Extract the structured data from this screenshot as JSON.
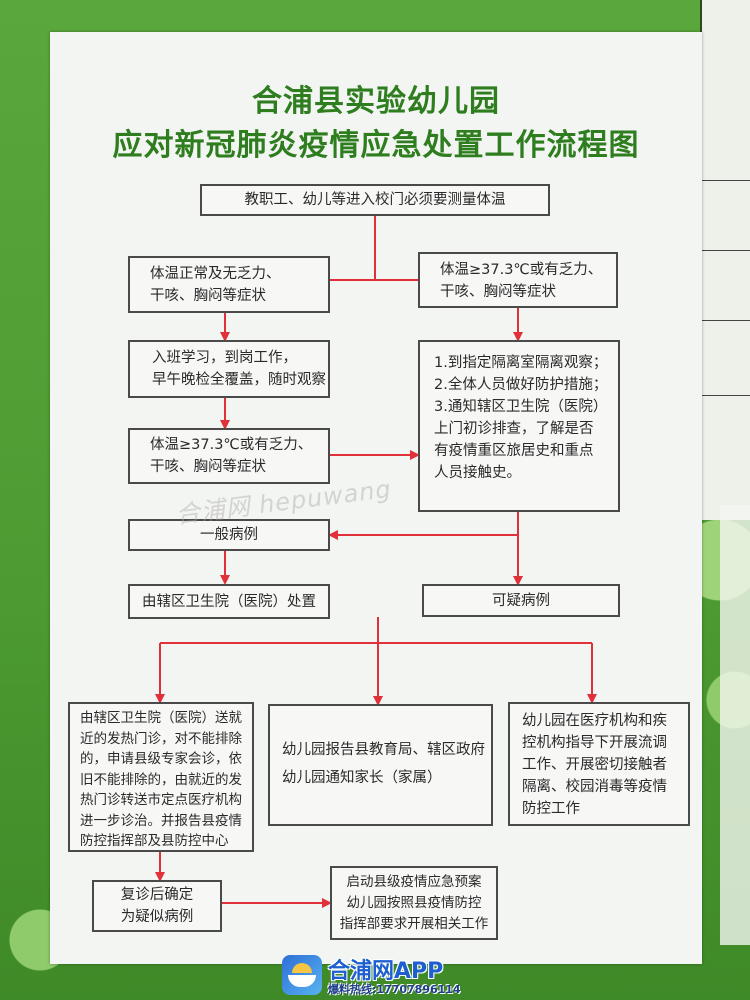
{
  "poster": {
    "title_line1": "合浦县实验幼儿园",
    "title_line2": "应对新冠肺炎疫情应急处置工作流程图"
  },
  "nodes": {
    "entry": "教职工、幼儿等进入校门必须要测量体温",
    "normal": "体温正常及无乏力、\n干咳、胸闷等症状",
    "fever": "体温≥37.3℃或有乏力、\n干咳、胸闷等症状",
    "attend": "入班学习，到岗工作，\n早午晚检全覆盖，随时观察",
    "later_fever": "体温≥37.3℃或有乏力、\n干咳、胸闷等症状",
    "isolation": "1.到指定隔离室隔离观察；\n2.全体人员做好防护措施；\n3.通知辖区卫生院（医院）\n上门初诊排查，了解是否\n有疫情重区旅居史和重点\n人员接触史。",
    "general_case": "一般病例",
    "general_treat": "由辖区卫生院（医院）处置",
    "suspect_case": "可疑病例",
    "clinic": "由辖区卫生院（医院）送就\n近的发热门诊，对不能排除\n的，申请县级专家会诊，依\n旧不能排除的，由就近的发\n热门诊转送市定点医疗机构\n进一步诊治。并报告县疫情\n防控指挥部及县防控中心",
    "report": "幼儿园报告县教育局、辖区政府\n幼儿园通知家长（家属）",
    "epi": "幼儿园在医疗机构和疾\n控机构指导下开展流调\n工作、开展密切接触者\n隔离、校园消毒等疫情\n防控工作",
    "confirm": "复诊后确定\n为疑似病例",
    "emergency": "启动县级疫情应急预案\n幼儿园按照县疫情防控\n指挥部要求开展相关工作"
  },
  "watermark": "合浦网 hepuwang",
  "branding": {
    "app_name": "合浦网APP",
    "hotline": "爆料热线:17707896114"
  },
  "colors": {
    "title": "#2e7d1f",
    "arrow": "#e0303a",
    "border": "#4a4a4a",
    "board": "#4f9a33"
  }
}
